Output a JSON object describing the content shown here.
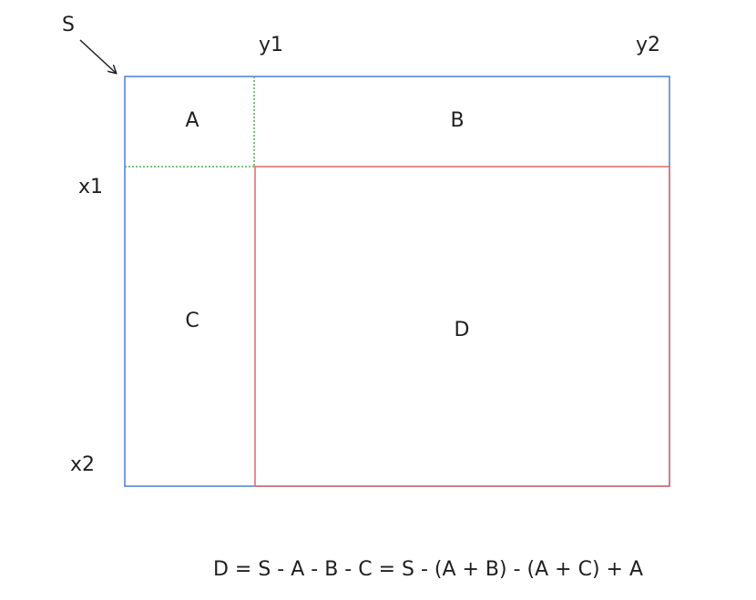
{
  "labels": {
    "s": "S",
    "y1": "y1",
    "y2": "y2",
    "x1": "x1",
    "x2": "x2",
    "region_a": "A",
    "region_b": "B",
    "region_c": "C",
    "region_d": "D"
  },
  "formula": "D = S - A - B - C = S - (A + B) - (A + C) + A",
  "colors": {
    "outer_rect": "#4a7fd6",
    "inner_rect": "#e06666",
    "divider": "#4caf50",
    "text": "#1f1f1f"
  }
}
